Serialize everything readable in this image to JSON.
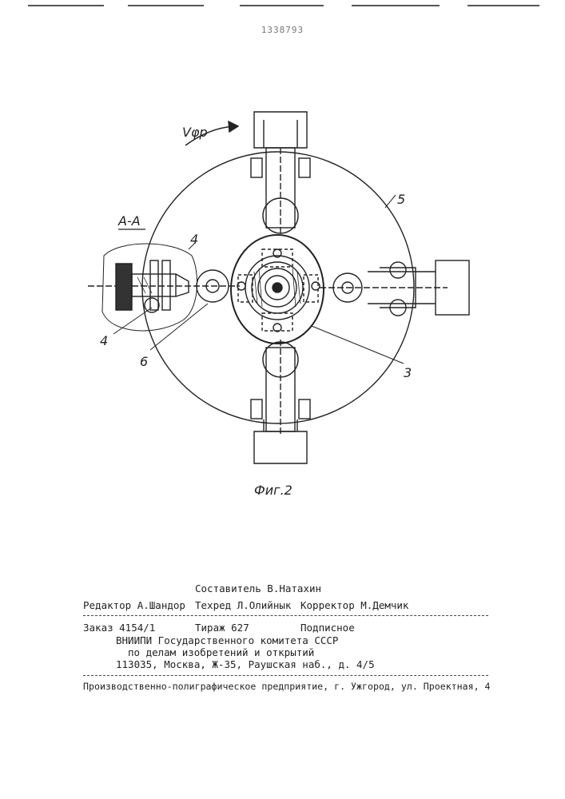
{
  "header": {
    "patent_number": "1338793"
  },
  "drawing": {
    "labels": {
      "velocity": "Vφр",
      "section": "А-А",
      "ref_5": "5",
      "ref_4_top": "4",
      "ref_4_bottom": "4",
      "ref_6": "6",
      "ref_3": "3"
    },
    "caption": "Фиг.2"
  },
  "imprint": {
    "compiler": "Составитель В.Натахин",
    "editor": "Редактор А.Шандор",
    "techred": "Техред Л.Олийнык",
    "corrector": "Корректор М.Демчик",
    "order": "Заказ 4154/1",
    "circulation": "Тираж 627",
    "subscription": "Подписное",
    "institute_line1": "ВНИИПИ Государственного комитета СССР",
    "institute_line2": "по делам изобретений и открытий",
    "address": "113035, Москва, Ж-35, Раушская наб., д. 4/5",
    "printer": "Производственно-полиграфическое предприятие, г. Ужгород, ул. Проектная, 4"
  }
}
